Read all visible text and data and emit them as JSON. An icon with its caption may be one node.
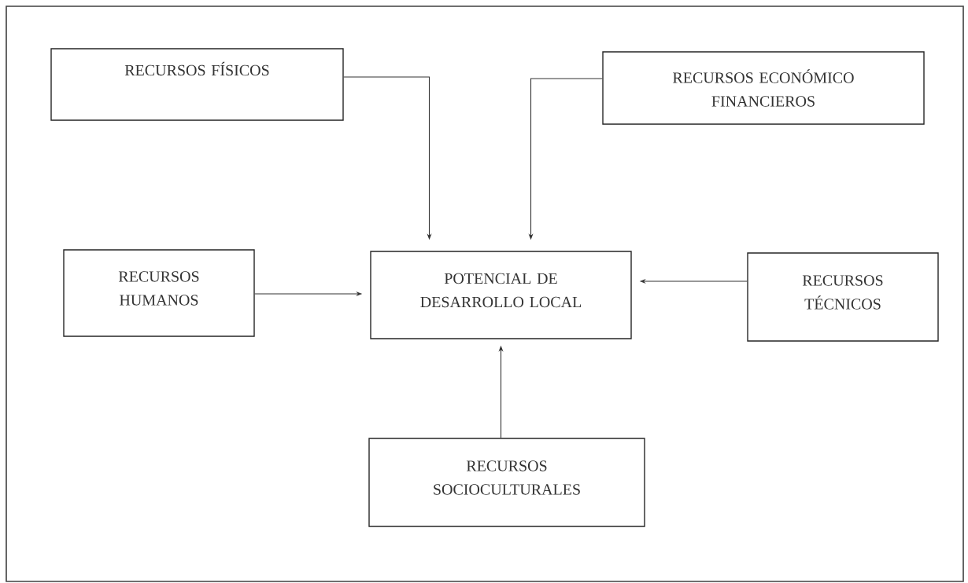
{
  "diagram": {
    "nodes": [
      {
        "text": [
          "RECURSOS FÍSICOS"
        ]
      },
      {
        "text": [
          "RECURSOS ECONÓMICO FINANCIEROS"
        ]
      },
      {
        "text": [
          "RECURSOS HUMANOS"
        ]
      },
      {
        "text": [
          "POTENCIAL DE DESARROLLO LOCAL"
        ]
      },
      {
        "text": [
          "RECURSOS TÉCNICOS"
        ]
      },
      {
        "text": [
          "RECURSOS SOCIOCULTURALES"
        ]
      }
    ],
    "edges": [
      {
        "from": 0,
        "to": 3,
        "arrow": "to"
      },
      {
        "from": 1,
        "to": 3,
        "arrow": "to"
      },
      {
        "from": 2,
        "to": 3,
        "arrow": "to"
      },
      {
        "from": 4,
        "to": 3,
        "arrow": "to"
      },
      {
        "from": 5,
        "to": 3,
        "arrow": "to"
      }
    ]
  }
}
